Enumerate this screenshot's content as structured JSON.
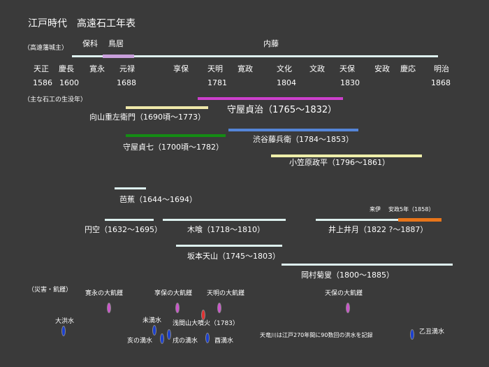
{
  "title": "江戸時代　高遠石工年表",
  "sections": {
    "lords": "（高遠藩城主）",
    "masons": "（主な石工の生没年）",
    "disasters": "（災害・飢饉）"
  },
  "lords": {
    "hoshina": "保科",
    "torii": "鳥居",
    "naito": "内藤"
  },
  "eras": [
    "天正",
    "慶長",
    "寛永",
    "元禄",
    "享保",
    "天明",
    "寛政",
    "文化",
    "文政",
    "天保",
    "安政",
    "慶応",
    "明治"
  ],
  "years": [
    "1586",
    "1600",
    "1688",
    "1781",
    "1804",
    "1830",
    "1868"
  ],
  "masons": [
    {
      "label": "向山重左衛門（1690頃〜1773）"
    },
    {
      "label": "守屋貞治（1765〜1832）"
    },
    {
      "label": "渋谷藤兵衛（1784〜1853）"
    },
    {
      "label": "守屋貞七（1700頃〜1782）"
    },
    {
      "label": "小笠原政平（1796〜1861）"
    },
    {
      "label": "芭蕉（1644〜1694）"
    },
    {
      "label": "円空（1632〜1695）"
    },
    {
      "label": "木喰（1718〜1810）"
    },
    {
      "label": "井上井月（1822 ?〜1887）"
    },
    {
      "label": "坂本天山（1745〜1803）"
    },
    {
      "label": "岡村菊叟（1800〜1885）"
    }
  ],
  "inoue_note": {
    "arrival": "来伊",
    "ansei": "安政5年（1858）"
  },
  "disasters": {
    "kanei_famine": "寛永の大飢饉",
    "kyoho_famine": "享保の大飢饉",
    "tenmei_famine": "天明の大飢饉",
    "tenpo_famine": "天保の大飢饉",
    "big_flood": "大洪水",
    "hitsuji_flood": "未満水",
    "asama": "浅間山大噴火（1783）",
    "i_flood": "亥の満水",
    "inu_flood": "戌の満水",
    "tori_flood": "酉満水",
    "tenryu_note": "天竜川は江戸270年間に90数回の洪水を記録",
    "kinoto_flood": "乙丑満水"
  },
  "colors": {
    "background": "#3a3a3a",
    "text": "#ffffff",
    "timeline": "#ddf0ee",
    "torii_bar": "#c9a0dc",
    "mukaiyama_bar": "#eee8aa",
    "moriya_teiji_bar": "#cc3fcc",
    "shibuya_bar": "#5585d8",
    "moriya_teishichi_bar": "#148c14",
    "ogasawara_bar": "#eeeeaa",
    "other_bar": "#ddf0ee",
    "inoue_accent": "#e8751a",
    "famine_oval": "#cc55cc",
    "flood_oval": "#1a3fd0",
    "eruption_oval": "#e03030"
  }
}
